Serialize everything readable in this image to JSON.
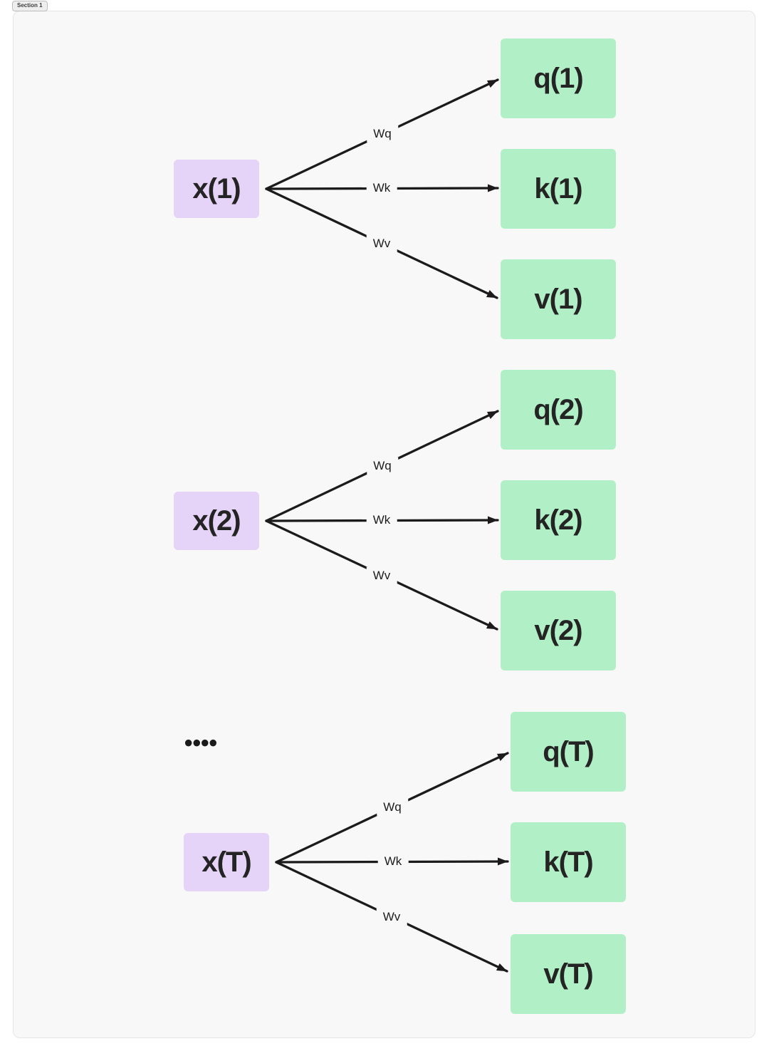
{
  "frame": {
    "label": "Section 1"
  },
  "diagram": {
    "type": "flow-diagram",
    "ellipsis": "••••",
    "groups": [
      {
        "input": "x(1)",
        "projections": [
          {
            "weight": "Wq",
            "output": "q(1)"
          },
          {
            "weight": "Wk",
            "output": "k(1)"
          },
          {
            "weight": "Wv",
            "output": "v(1)"
          }
        ]
      },
      {
        "input": "x(2)",
        "projections": [
          {
            "weight": "Wq",
            "output": "q(2)"
          },
          {
            "weight": "Wk",
            "output": "k(2)"
          },
          {
            "weight": "Wv",
            "output": "v(2)"
          }
        ]
      },
      {
        "input": "x(T)",
        "projections": [
          {
            "weight": "Wq",
            "output": "q(T)"
          },
          {
            "weight": "Wk",
            "output": "k(T)"
          },
          {
            "weight": "Wv",
            "output": "v(T)"
          }
        ]
      }
    ]
  },
  "colors": {
    "frame_bg": "#f8f8f8",
    "input_fill": "#e6d3f8",
    "output_fill": "#b1f0c6",
    "arrow": "#1b1b1b",
    "node_text": "#242424",
    "label_text": "#1c1c1c"
  }
}
